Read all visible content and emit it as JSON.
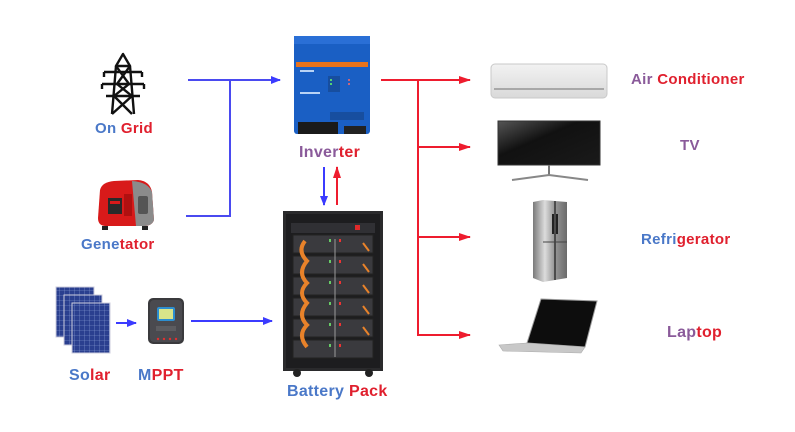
{
  "colors": {
    "input_flow": "#3b3bff",
    "output_flow": "#ee1c2e",
    "label_blue": "#4a78c8",
    "label_purple": "#8a5a9a",
    "label_red": "#e0202e"
  },
  "sources": {
    "on_grid": {
      "label_a": "On ",
      "label_b": "Grid",
      "icon": "power-tower-icon"
    },
    "generator": {
      "label_a": "Gene",
      "label_b": "tator",
      "icon": "generator-icon"
    },
    "solar": {
      "label_a": "So",
      "label_b": "lar",
      "icon": "solar-panel-icon"
    },
    "mppt": {
      "label_a": "M",
      "label_b": "PPT",
      "icon": "mppt-controller-icon"
    }
  },
  "center": {
    "inverter": {
      "label_a": "Inver",
      "label_b": "ter",
      "icon": "inverter-icon"
    },
    "battery": {
      "label_a": "Battery ",
      "label_b": "Pack",
      "icon": "battery-rack-icon"
    }
  },
  "loads": [
    {
      "id": "air-conditioner",
      "label_a": "Air ",
      "label_b": "Conditioner",
      "icon": "air-conditioner-icon"
    },
    {
      "id": "tv",
      "label_a": "T",
      "label_b": "V",
      "icon": "tv-icon"
    },
    {
      "id": "refrigerator",
      "label_a": "Refri",
      "label_b": "gerator",
      "icon": "refrigerator-icon"
    },
    {
      "id": "laptop",
      "label_a": "Lap",
      "label_b": "top",
      "icon": "laptop-icon"
    }
  ]
}
